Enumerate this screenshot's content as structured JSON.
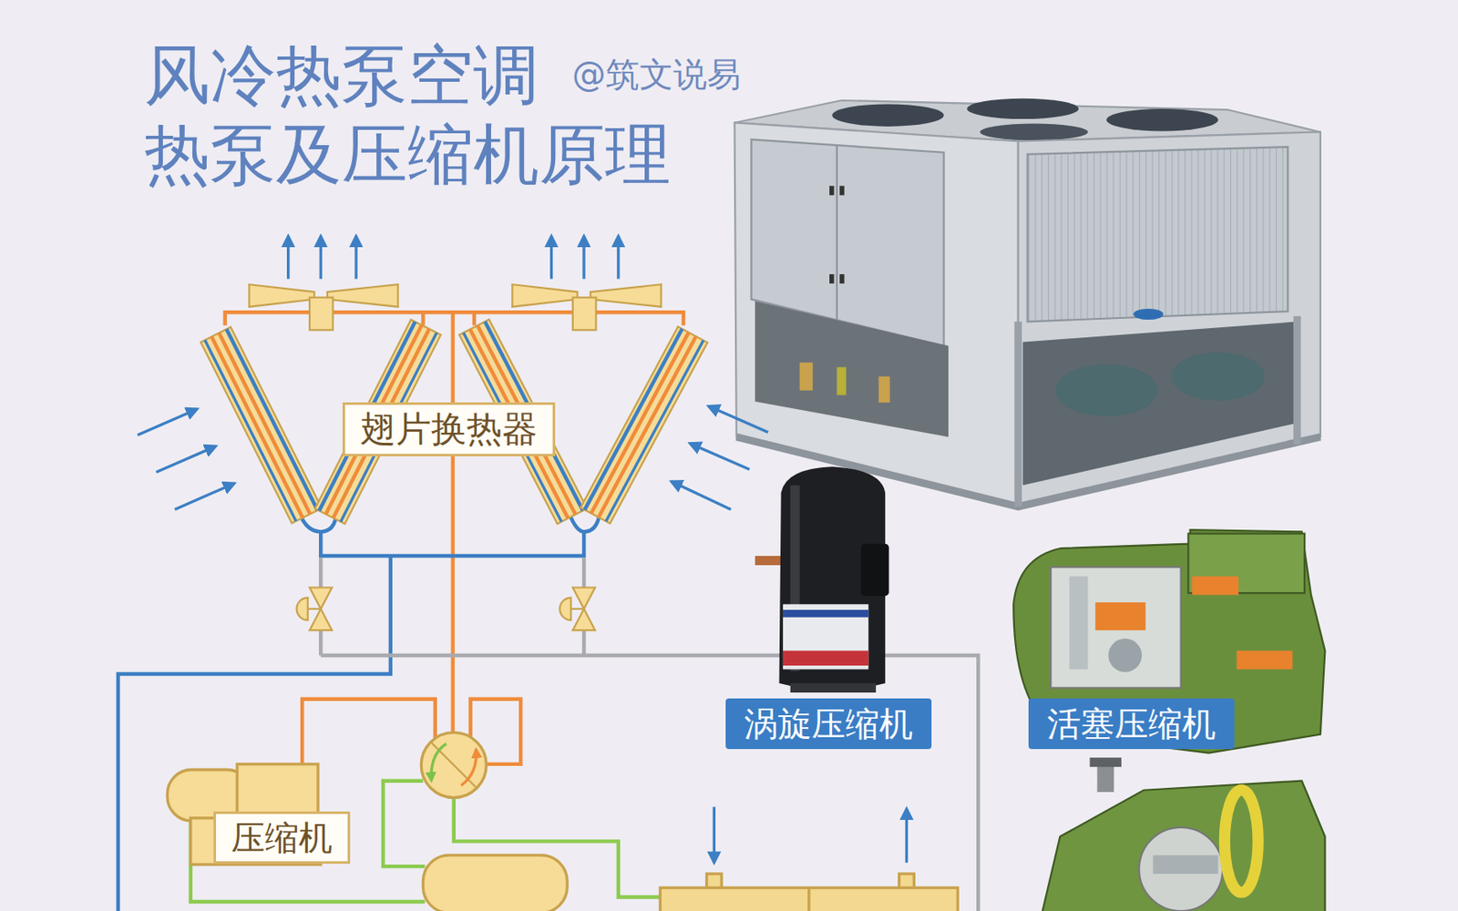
{
  "diagram": {
    "title": "风冷热泵空调 热泵及压缩机原理",
    "nodes": [
      {
        "text": [
          "翅片换热器"
        ]
      },
      {
        "text": [
          "涡旋压缩机"
        ]
      },
      {
        "text": [
          "活塞压缩机"
        ]
      },
      {
        "text": [
          "压缩机"
        ]
      }
    ],
    "labels": [
      "@筑文说易"
    ]
  }
}
